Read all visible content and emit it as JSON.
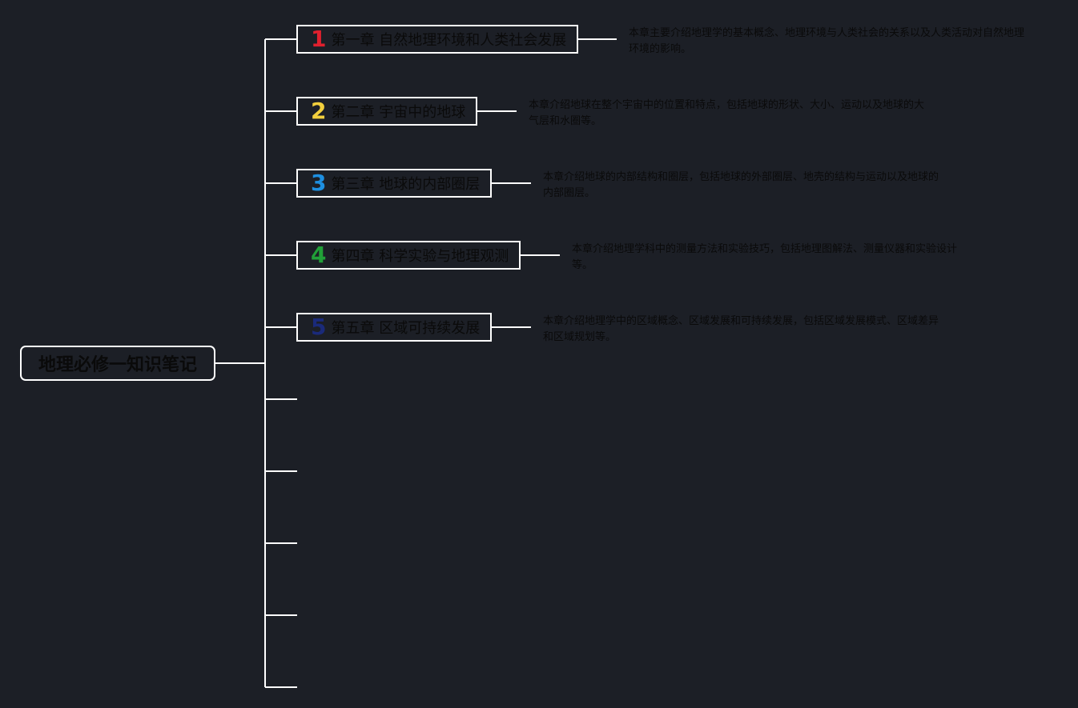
{
  "root": {
    "label": "地理必修一知识笔记"
  },
  "chapters": [
    {
      "num": "1",
      "title": "第一章 自然地理环境和人类社会发展",
      "num_color": "#e0202e",
      "desc": "本章主要介绍地理学的基本概念、地理环境与人类社会的关系以及人类活动对自然地理环境的影响。"
    },
    {
      "num": "2",
      "title": "第二章 宇宙中的地球",
      "num_color": "#f2cf3d",
      "desc": "本章介绍地球在整个宇宙中的位置和特点，包括地球的形状、大小、运动以及地球的大气层和水圈等。"
    },
    {
      "num": "3",
      "title": "第三章 地球的内部圈层",
      "num_color": "#1e8fe0",
      "desc": "本章介绍地球的内部结构和圈层，包括地球的外部圈层、地壳的结构与运动以及地球的内部圈层。"
    },
    {
      "num": "4",
      "title": "第四章 科学实验与地理观测",
      "num_color": "#21a038",
      "desc": "本章介绍地理学科中的测量方法和实验技巧，包括地理图解法、测量仪器和实验设计等。"
    },
    {
      "num": "5",
      "title": "第五章 区域可持续发展",
      "num_color": "#1a2a7a",
      "desc": "本章介绍地理学中的区域概念、区域发展和可持续发展，包括区域发展模式、区域差异和区域规划等。"
    }
  ],
  "empty_branches": 5,
  "colors": {
    "background": "#1c1f26",
    "line": "#ffffff",
    "text": "#0a0a0a"
  }
}
